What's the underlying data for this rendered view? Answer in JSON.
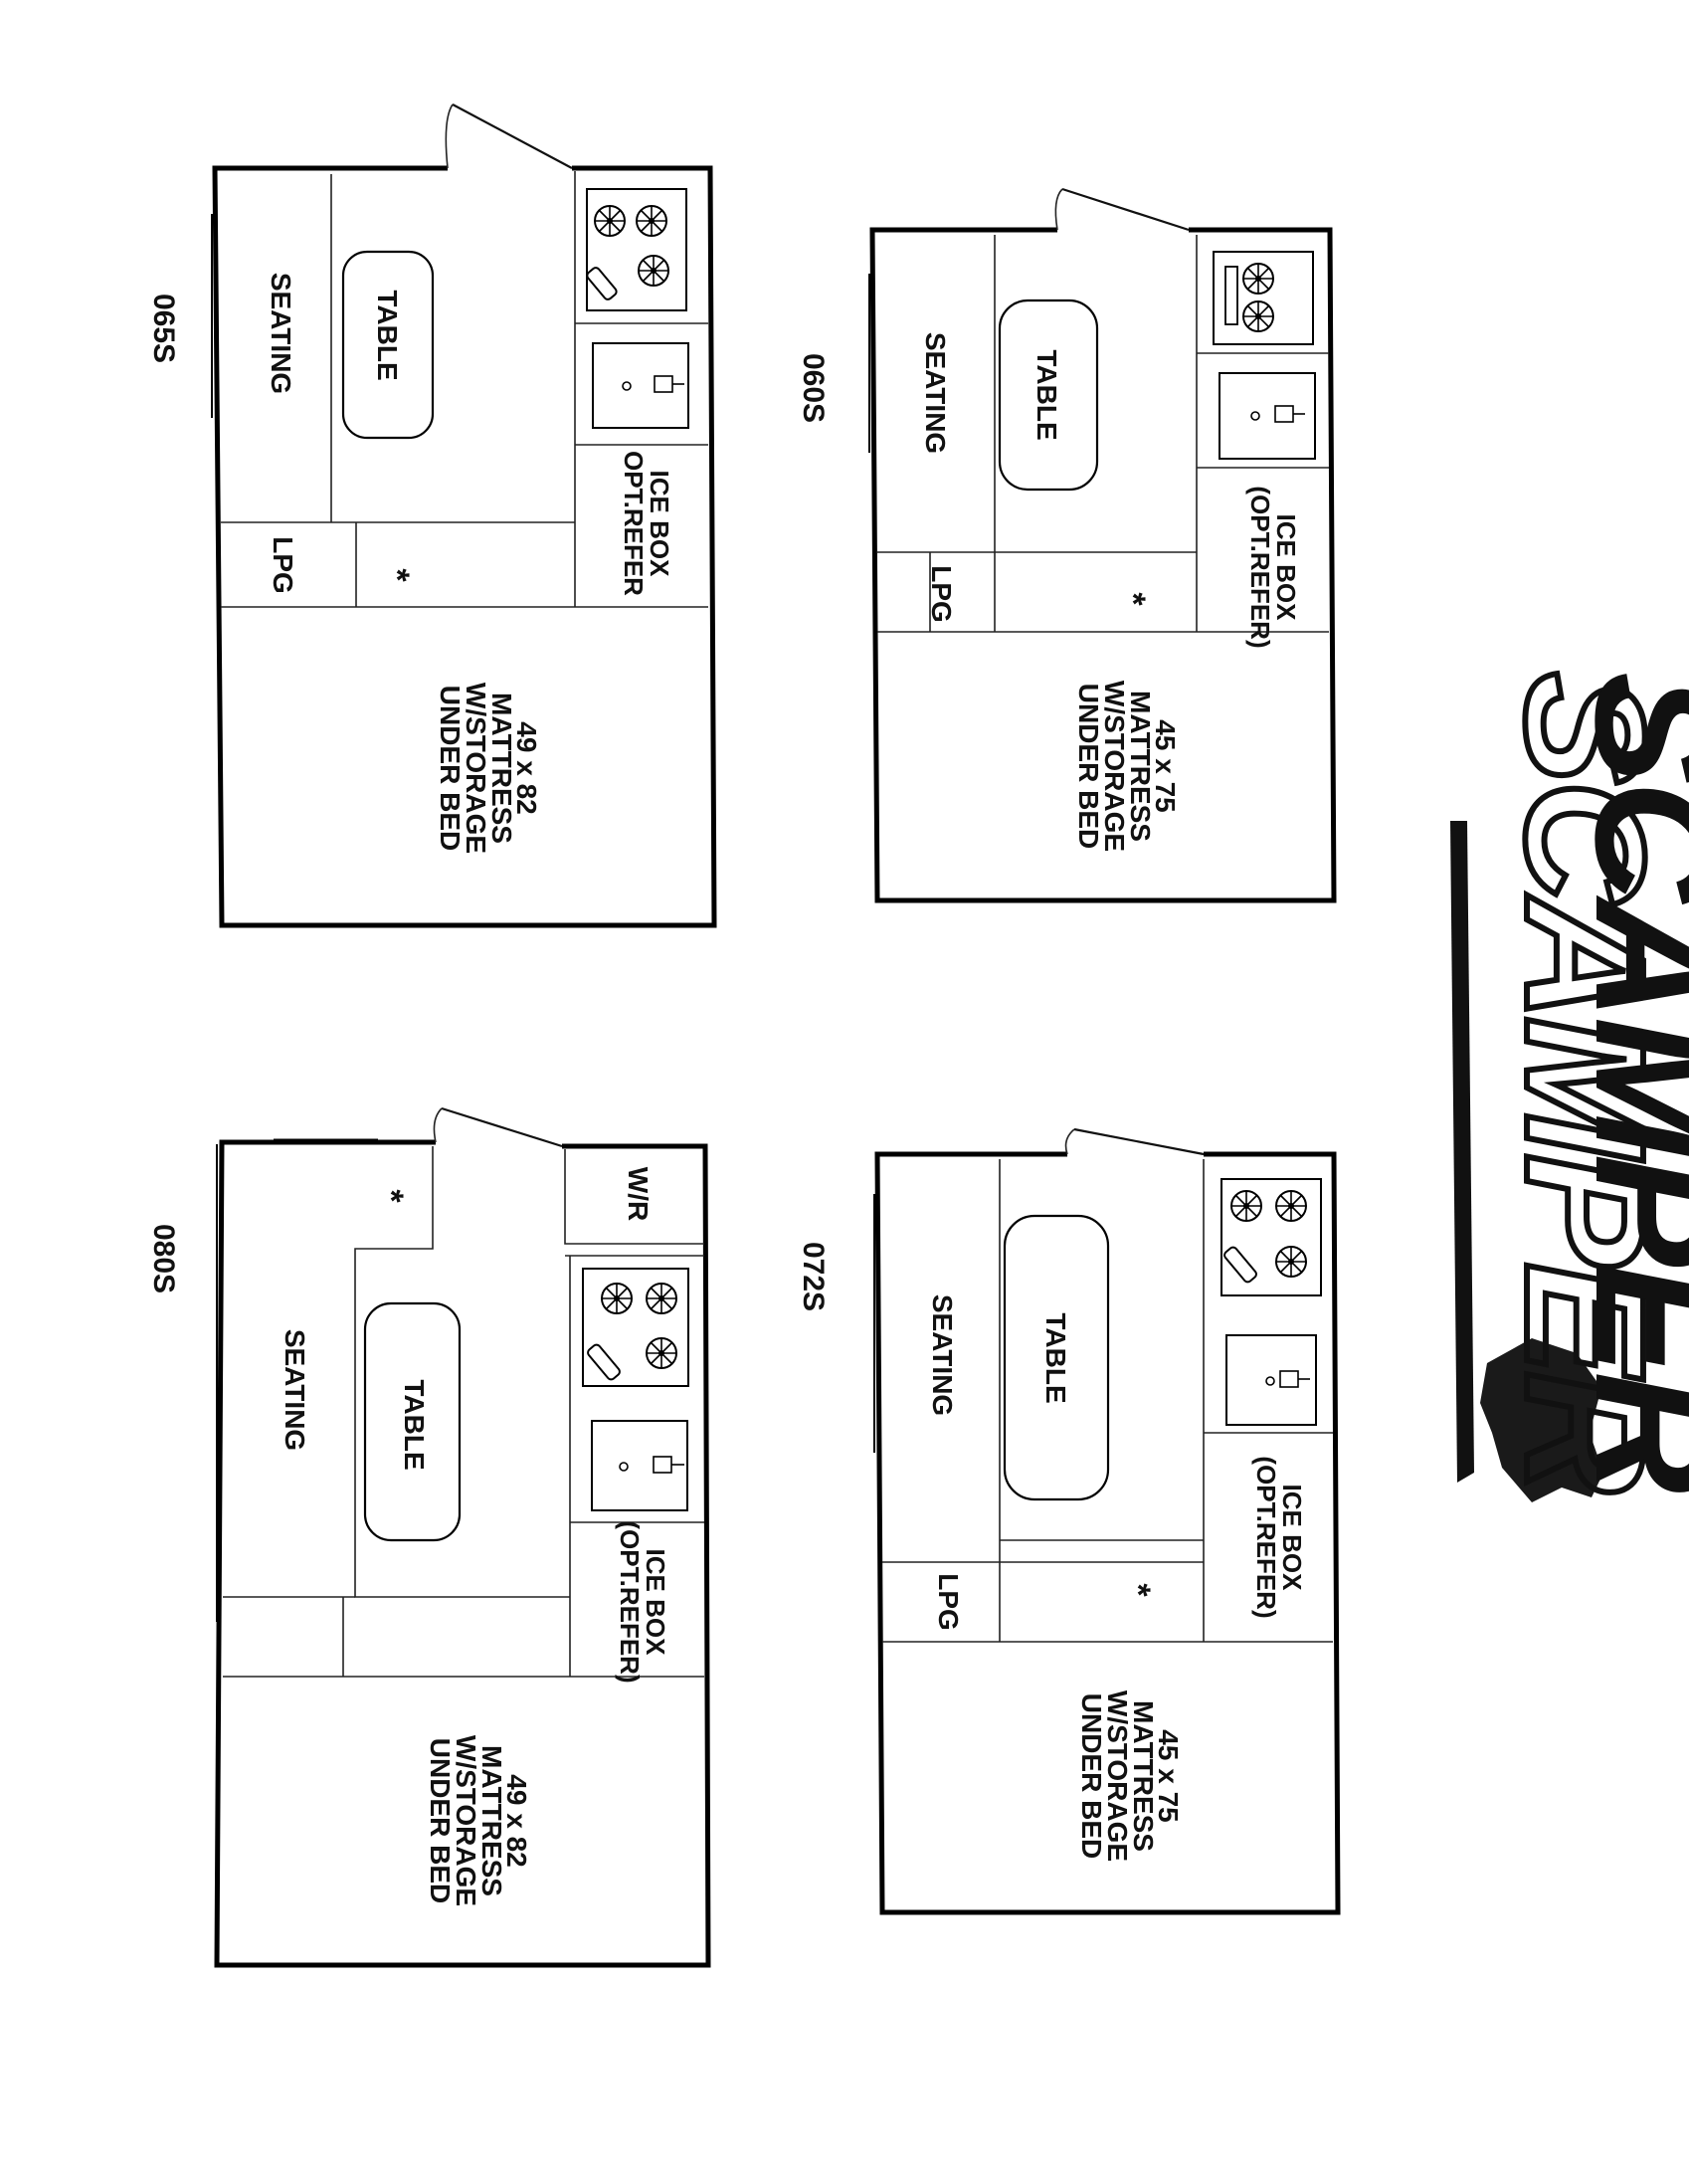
{
  "brand": {
    "name": "SCAMPER"
  },
  "plans": [
    {
      "id": "065",
      "model": "065S",
      "labels": {
        "seating": "SEATING",
        "table": "TABLE",
        "lpg": "LPG",
        "icebox": [
          "ICE BOX",
          "OPT.REFER"
        ],
        "mattress": [
          "49 x 82",
          "MATTRESS",
          "W/STORAGE",
          "UNDER BED"
        ],
        "asterisk": "*"
      }
    },
    {
      "id": "060",
      "model": "060S",
      "labels": {
        "seating": "SEATING",
        "table": "TABLE",
        "lpg": "LPG",
        "icebox": [
          "ICE BOX",
          "(OPT.REFER)"
        ],
        "mattress": [
          "45 x 75",
          "MATTRESS",
          "W/STORAGE",
          "UNDER BED"
        ],
        "asterisk": "*"
      }
    },
    {
      "id": "080",
      "model": "080S",
      "labels": {
        "wr": "W/R",
        "seating": "SEATING",
        "table": "TABLE",
        "icebox": [
          "ICE BOX",
          "(OPT.REFER)"
        ],
        "mattress": [
          "49 x 82",
          "MATTRESS",
          "W/STORAGE",
          "UNDER BED"
        ],
        "asterisk": "*"
      }
    },
    {
      "id": "072",
      "model": "072S",
      "labels": {
        "seating": "SEATING",
        "table": "TABLE",
        "lpg": "LPG",
        "icebox": [
          "ICE BOX",
          "(OPT.REFER)"
        ],
        "mattress": [
          "45 x 75",
          "MATTRESS",
          "W/STORAGE",
          "UNDER BED"
        ],
        "asterisk": "*"
      }
    }
  ]
}
